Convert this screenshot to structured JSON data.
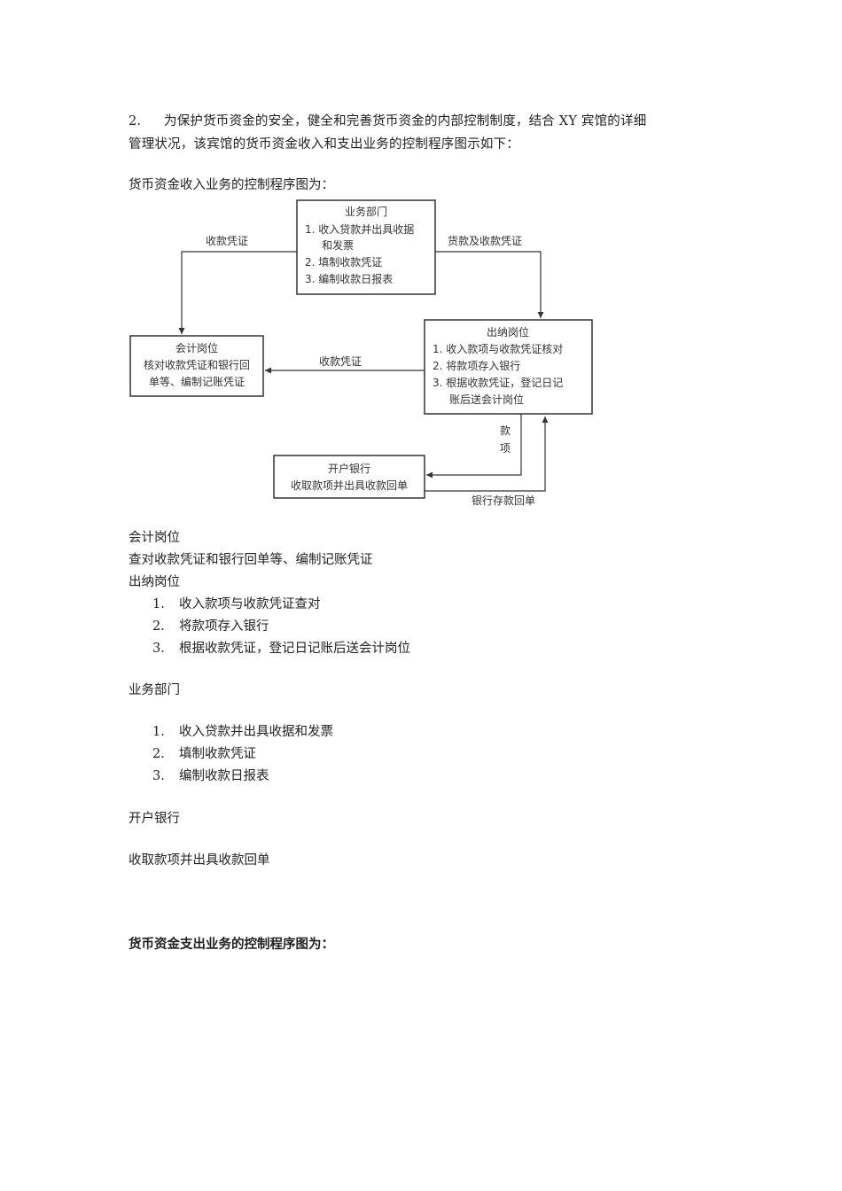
{
  "intro": {
    "number": "2.",
    "line1": "为保护货币资金的安全，健全和完善货币资金的内部控制制度，结合 XY 宾馆的详细",
    "line2": "管理状况，该宾馆的货币资金收入和支出业务的控制程序图示如下："
  },
  "income_heading": "货币资金收入业务的控制程序图为：",
  "diagram": {
    "business_dept": {
      "title": "业务部门",
      "items": [
        "1.  收入贷款并出具收据",
        "和发票",
        "2.  填制收款凭证",
        "3.  编制收款日报表"
      ]
    },
    "accounting": {
      "title": "会计岗位",
      "lines": [
        "核对收款凭证和银行回",
        "单等、编制记账凭证"
      ]
    },
    "cashier": {
      "title": "出纳岗位",
      "items": [
        "1.  收入款项与收款凭证核对",
        "2.  将款项存入银行",
        "3.  根据收款凭证，登记日记",
        "账后送会计岗位"
      ]
    },
    "bank": {
      "title": "开户银行",
      "line": "收取款项并出具收款回单"
    },
    "arrows": {
      "voucher_top": "收款凭证",
      "payment_voucher": "货款及收款凭证",
      "voucher_mid": "收款凭证",
      "funds_1": "款",
      "funds_2": "项",
      "deposit_slip": "银行存款回单"
    }
  },
  "legend_text": {
    "accounting_title": "会计岗位",
    "accounting_desc": "查对收款凭证和银行回单等、编制记账凭证",
    "cashier_title": "出纳岗位",
    "cashier_items": [
      "收入款项与收款凭证查对",
      "将款项存入银行",
      "根据收款凭证，登记日记账后送会计岗位"
    ],
    "business_title": "业务部门",
    "business_items": [
      "收入贷款并出具收据和发票",
      "填制收款凭证",
      "编制收款日报表"
    ],
    "bank_title": "开户银行",
    "bank_desc": "收取款项并出具收款回单"
  },
  "list_numbers": [
    "1.",
    "2.",
    "3."
  ],
  "expense_heading": "货币资金支出业务的控制程序图为："
}
